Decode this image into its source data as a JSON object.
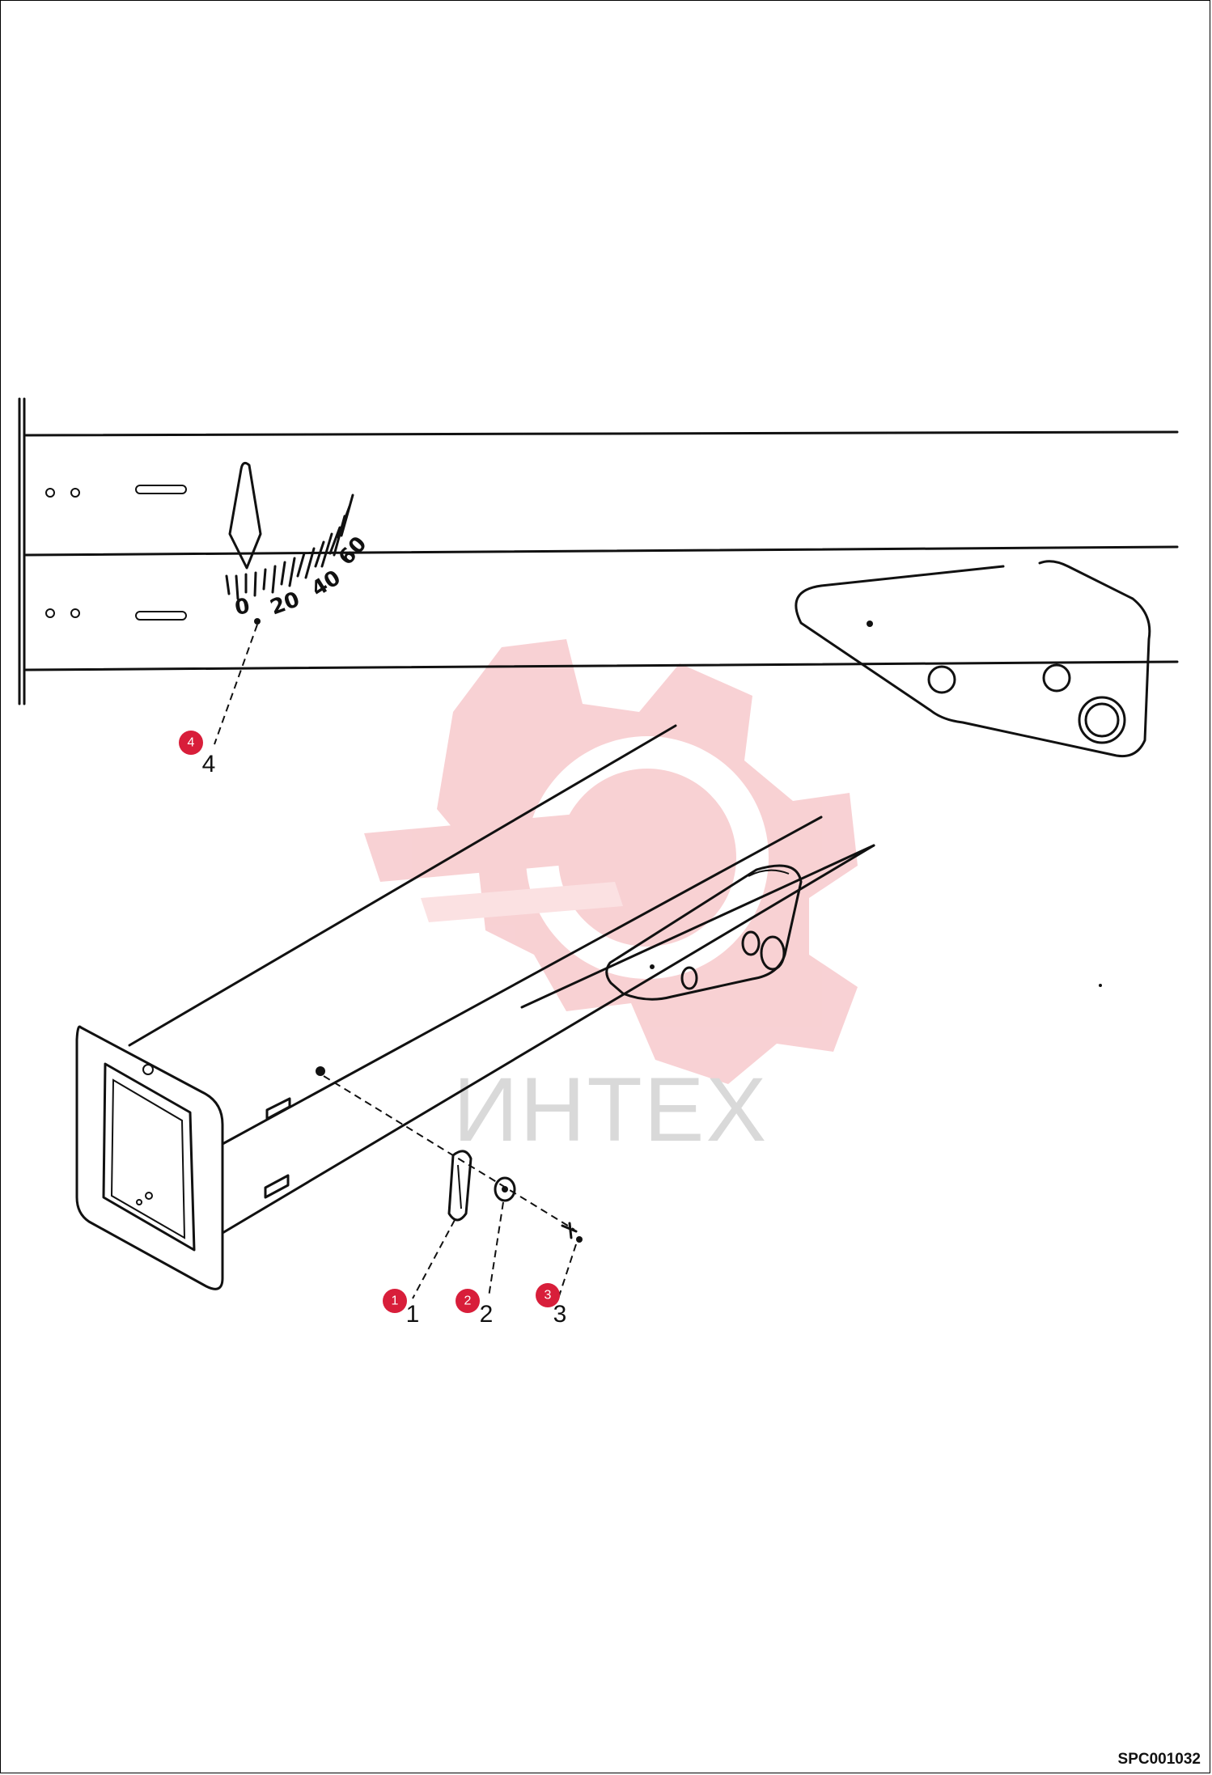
{
  "watermark": {
    "text": "ИНТЕХ",
    "color": "#f5c2c5"
  },
  "scale": {
    "labels": [
      "0",
      "20",
      "40",
      "60"
    ]
  },
  "callouts": [
    {
      "badge": "1",
      "label": "1"
    },
    {
      "badge": "2",
      "label": "2"
    },
    {
      "badge": "3",
      "label": "3"
    },
    {
      "badge": "4",
      "label": "4"
    }
  ],
  "badge_color": "#d81e3a",
  "doc_code": "SPC001032"
}
